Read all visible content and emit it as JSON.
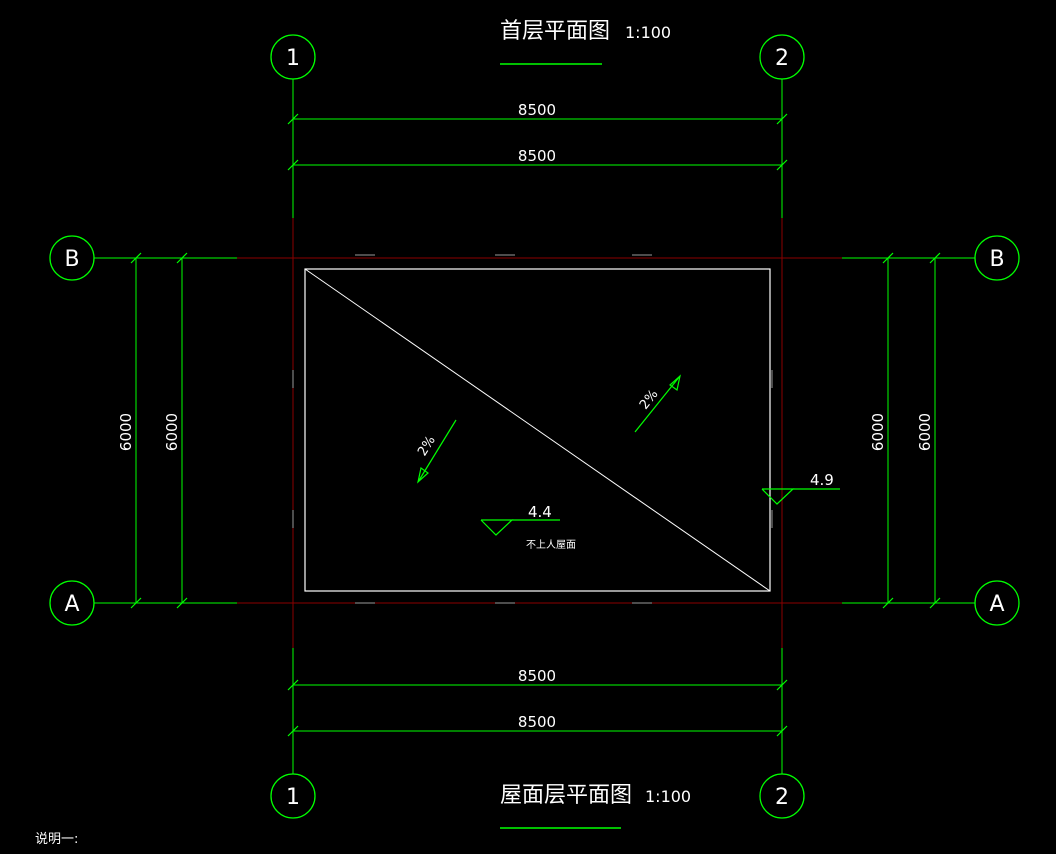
{
  "colors": {
    "background": "#000000",
    "dimension": "#00ff00",
    "outline": "#ffffff",
    "axis_red": "#ff0000",
    "label_text": "#ffffff",
    "elev_text": "#ffffff"
  },
  "titles": {
    "first_floor_plan": "首层平面图",
    "first_floor_scale": "1:100",
    "roof_plan": "屋面层平面图",
    "roof_scale": "1:100"
  },
  "axes": {
    "col_1": "1",
    "col_2": "2",
    "row_a": "A",
    "row_b": "B"
  },
  "dimensions": {
    "top_outer": "8500",
    "top_inner": "8500",
    "bottom_inner": "8500",
    "bottom_outer": "8500",
    "left_outer": "6000",
    "left_inner": "6000",
    "right_inner": "6000",
    "right_outer": "6000"
  },
  "roof": {
    "slope_upper": "2%",
    "slope_lower": "2%",
    "elevation_main": "4.4",
    "elevation_main_note": "不上人屋面",
    "elevation_edge": "4.9"
  },
  "notes": {
    "note_1": "说明一:"
  }
}
